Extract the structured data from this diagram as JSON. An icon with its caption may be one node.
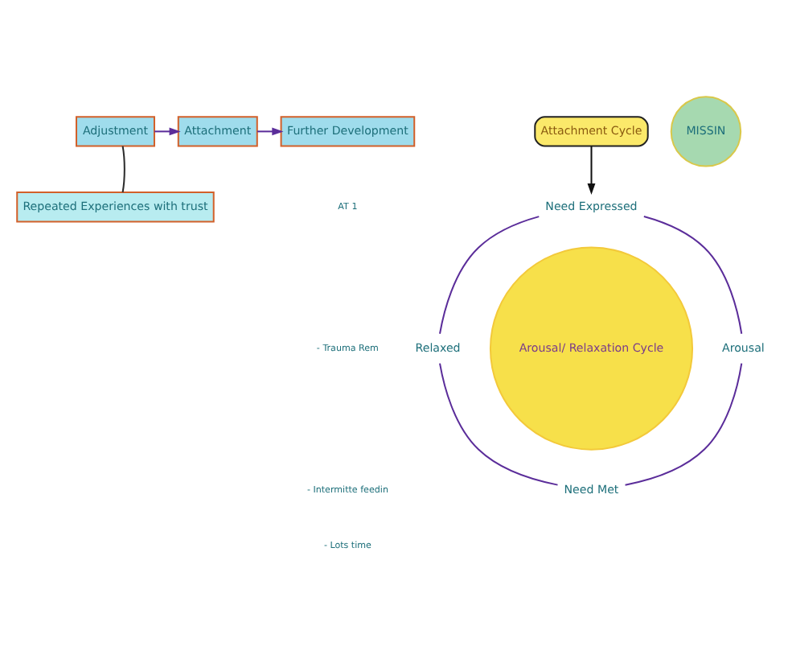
{
  "diagram": {
    "nodes": [
      {
        "text": [
          "Adjustment"
        ]
      },
      {
        "text": [
          "Attachment"
        ]
      },
      {
        "text": [
          "Further Development"
        ]
      },
      {
        "text": [
          "Repeated Experiences with trust"
        ]
      },
      {
        "text": [
          "Attachment Cycle"
        ]
      },
      {
        "text": [
          "Need Expressed"
        ]
      },
      {
        "text": [
          "Arousal"
        ]
      },
      {
        "text": [
          "Need Met"
        ]
      },
      {
        "text": [
          "Relaxed"
        ]
      },
      {
        "text": [
          "Arousal/ Relaxation Cycle"
        ]
      },
      {
        "text": [
          "MISSIN"
        ]
      }
    ],
    "edges": [
      {
        "from": 0,
        "to": 1,
        "arrow": "to"
      },
      {
        "from": 1,
        "to": 2,
        "arrow": "to"
      },
      {
        "from": 3,
        "to": 0,
        "arrow": "none",
        "color": "#2b2b2b"
      },
      {
        "from": 4,
        "to": 5,
        "arrow": "to",
        "color": "#111111"
      },
      {
        "from": 5,
        "to": 6,
        "arrow": "none"
      },
      {
        "from": 6,
        "to": 7,
        "arrow": "none"
      },
      {
        "from": 7,
        "to": 8,
        "arrow": "none"
      },
      {
        "from": 8,
        "to": 5,
        "arrow": "none"
      }
    ],
    "labels": [
      "AT 1",
      "- Trauma Rem",
      "- Intermitte feedin",
      "- Lots time"
    ]
  }
}
